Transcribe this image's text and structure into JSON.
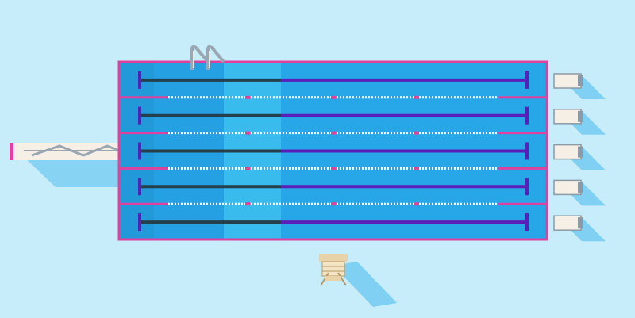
{
  "palette": {
    "background": "#c7ecfa",
    "pool_border": "#e0419e",
    "water_deep": "#27a7e8",
    "water_shallow": "#3fc2ee",
    "water_shade": "#1f8fcf",
    "lane_line": "#5a1fb8",
    "lane_line_dark": "#24404c",
    "rope": "#ffffff",
    "rope_end": "#e0419e",
    "shadow": "#7fd0f2",
    "block": "#f6efe6",
    "ladder": "#9aa7b3",
    "chair": "#e8d2a8"
  },
  "icons": {
    "ladder": "pool-ladder-icon",
    "diving_board": "diving-board-icon",
    "starting_block": "starting-block-icon",
    "lifeguard_chair": "lifeguard-chair-icon"
  },
  "pool": {
    "lane_count": 5,
    "starting_block_count": 5,
    "lane_rope_count": 4
  }
}
